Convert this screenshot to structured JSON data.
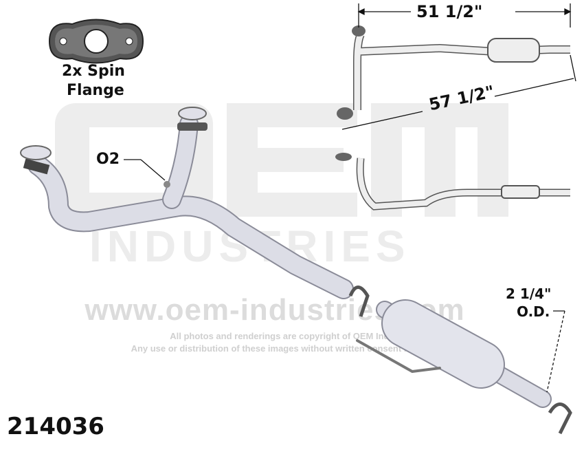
{
  "watermark": {
    "logo_top": "OEM",
    "logo_bottom": "INDUSTRIES",
    "website": "www.oem-industries.com",
    "copyright_line1": "All photos and renderings are copyright of OEM Industries.",
    "copyright_line2": "Any use or distribution of these images without written consent is prohibited."
  },
  "flange_label": {
    "line1": "2x Spin",
    "line2": "Flange"
  },
  "o2_label": "O2",
  "dimensions": {
    "length_top": "51 1/2\"",
    "length_overall": "57 1/2\"",
    "outlet_size": "2 1/4\"",
    "outlet_type": "O.D."
  },
  "part_number": "214036",
  "colors": {
    "pipe": "#dcdde6",
    "pipe_outline": "#8a8b98",
    "flange": "#4a4a4a",
    "watermark": "#e6e6e6"
  }
}
